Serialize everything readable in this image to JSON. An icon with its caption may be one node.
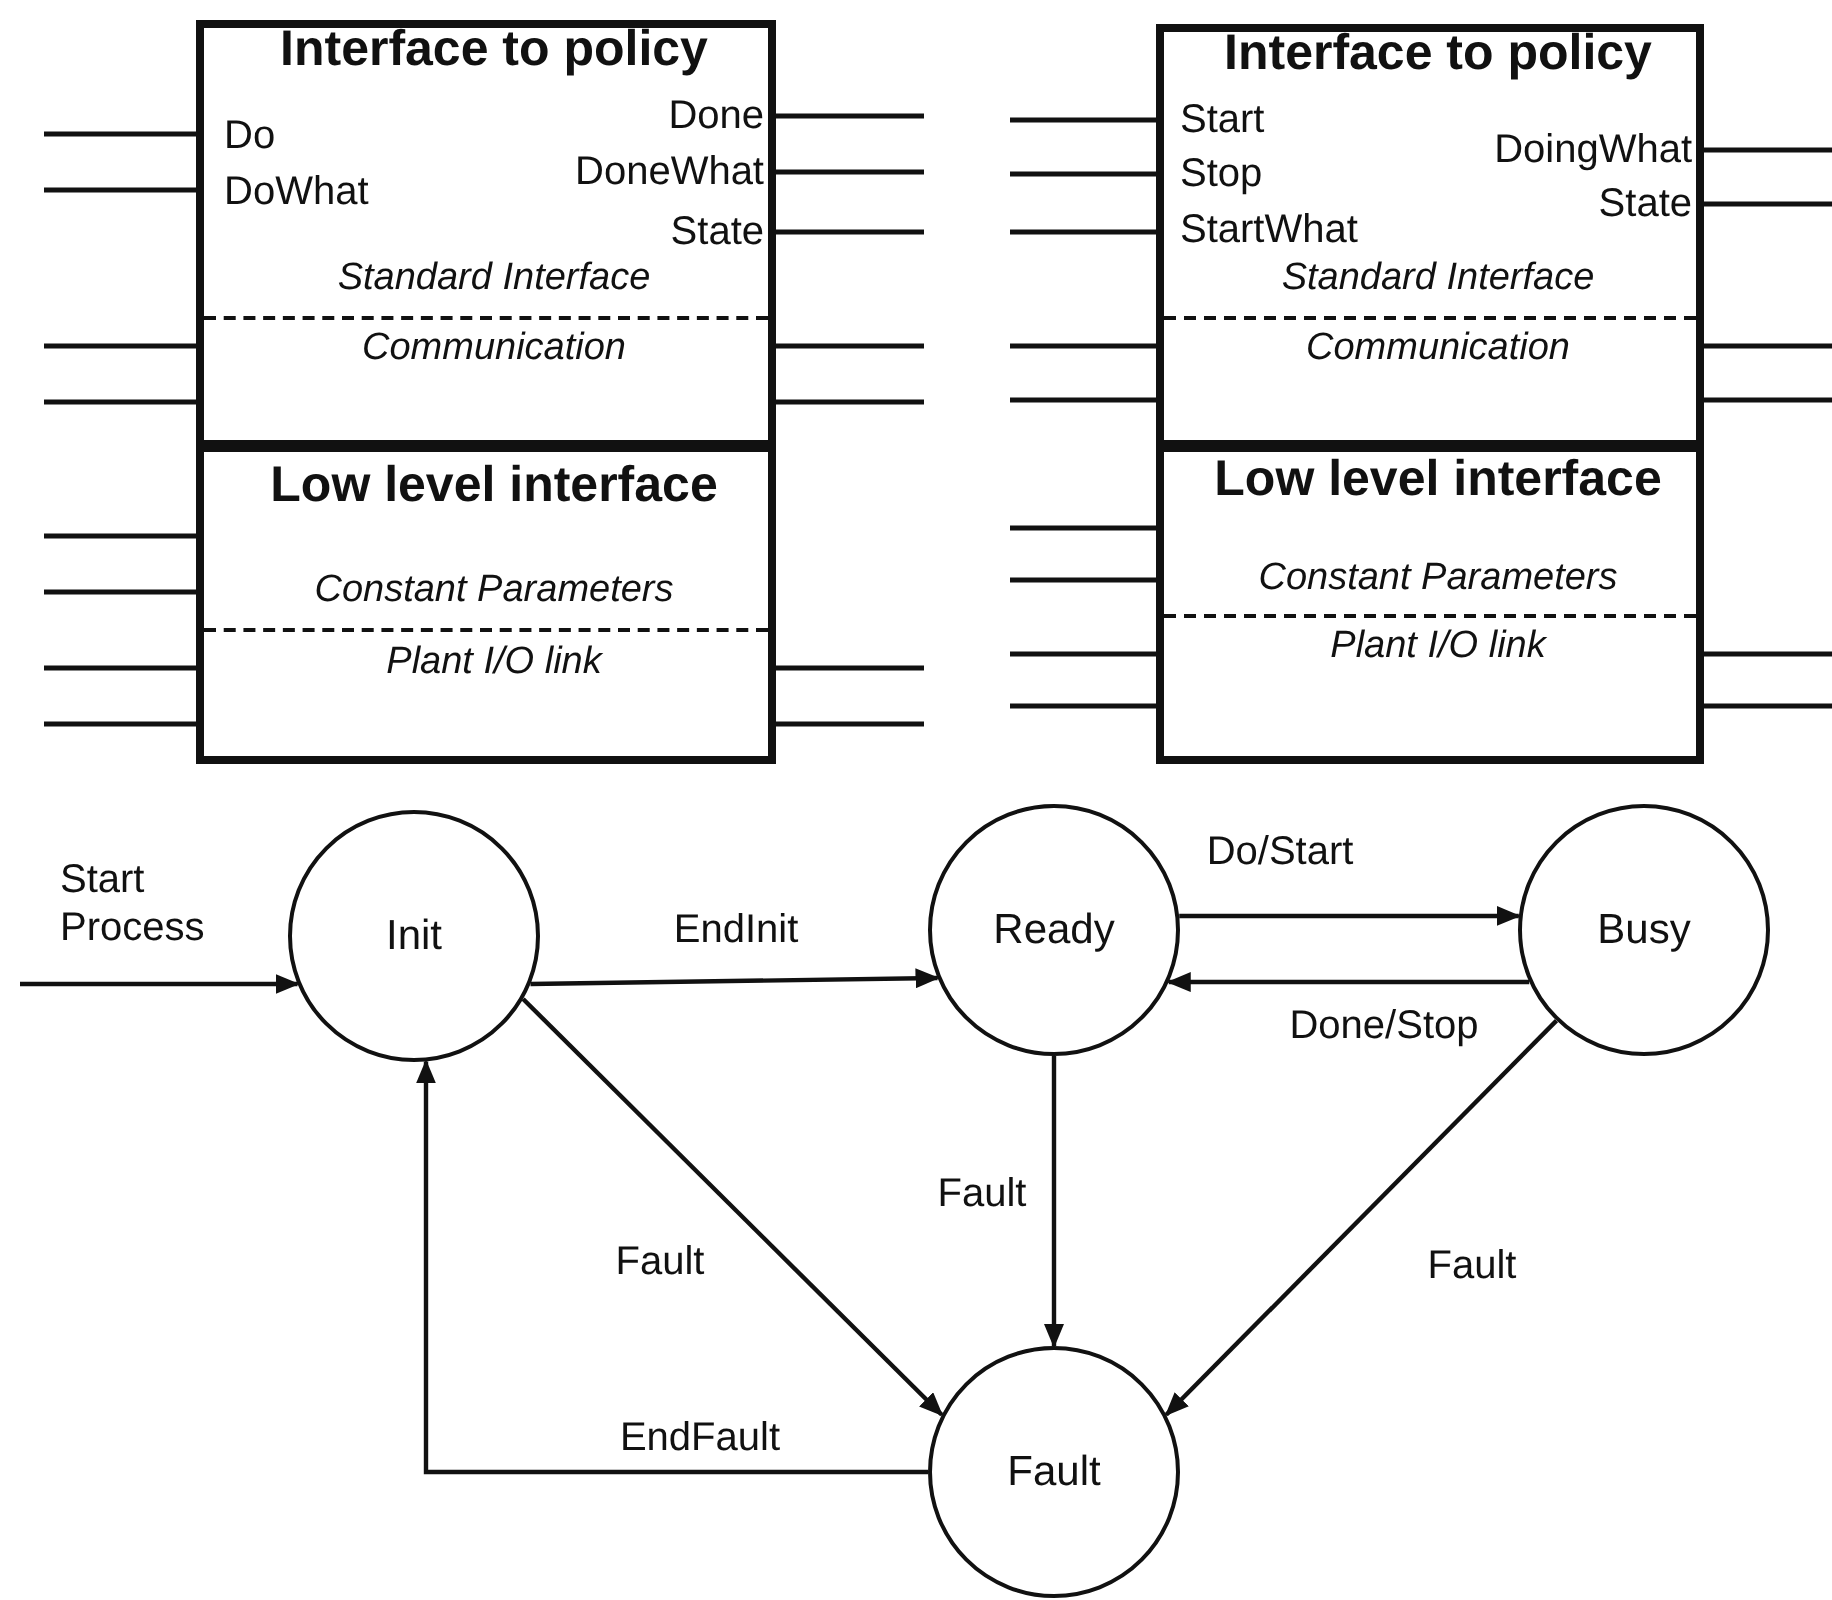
{
  "diagram": {
    "nodes": [
      {
        "text": [
          "Interface to policy",
          "Do",
          "DoWhat",
          "Done",
          "DoneWhat",
          "State",
          "Standard Interface",
          "Communication"
        ]
      },
      {
        "text": [
          "Low level interface",
          "Constant Parameters",
          "Plant I/O link"
        ]
      },
      {
        "text": [
          "Interface to policy",
          "Start",
          "Stop",
          "StartWhat",
          "DoingWhat",
          "State",
          "Standard Interface",
          "Communication"
        ]
      },
      {
        "text": [
          "Low level interface",
          "Constant Parameters",
          "Plant I/O link"
        ]
      },
      {
        "text": [
          "Init"
        ]
      },
      {
        "text": [
          "Ready"
        ]
      },
      {
        "text": [
          "Busy"
        ]
      },
      {
        "text": [
          "Fault"
        ]
      }
    ],
    "edges": [
      {
        "from": null,
        "to": 4,
        "arrow": "to",
        "label": "Start Process"
      },
      {
        "from": 4,
        "to": 5,
        "arrow": "to",
        "label": "EndInit"
      },
      {
        "from": 5,
        "to": 6,
        "arrow": "to",
        "label": "Do/Start"
      },
      {
        "from": 6,
        "to": 5,
        "arrow": "to",
        "label": "Done/Stop"
      },
      {
        "from": 5,
        "to": 7,
        "arrow": "to",
        "label": "Fault"
      },
      {
        "from": 4,
        "to": 7,
        "arrow": "to",
        "label": "Fault"
      },
      {
        "from": 6,
        "to": 7,
        "arrow": "to",
        "label": "Fault"
      },
      {
        "from": 7,
        "to": 4,
        "arrow": "to",
        "label": "EndFault"
      }
    ]
  }
}
